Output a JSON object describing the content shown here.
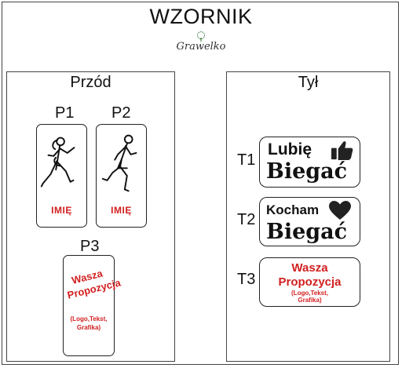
{
  "header": {
    "title": "WZORNIK",
    "brand": "Grawelko"
  },
  "front": {
    "title": "Przód",
    "p1": {
      "label": "P1",
      "name_text": "IMIĘ"
    },
    "p2": {
      "label": "P2",
      "name_text": "IMIĘ"
    },
    "p3": {
      "label": "P3",
      "line1": "Wasza",
      "line2": "Propozycja",
      "sub1": "(Logo,Tekst,",
      "sub2": "Grafika)"
    }
  },
  "back": {
    "title": "Tył",
    "t1": {
      "label": "T1",
      "line1": "Lubię",
      "line2": "Biegać"
    },
    "t2": {
      "label": "T2",
      "line1": "Kocham",
      "line2": "Biegać"
    },
    "t3": {
      "label": "T3",
      "line1": "Wasza",
      "line2": "Propozycja",
      "sub1": "(Logo,Tekst,",
      "sub2": "Grafika)"
    }
  },
  "colors": {
    "accent_red": "#d21f1f",
    "border": "#444444"
  }
}
